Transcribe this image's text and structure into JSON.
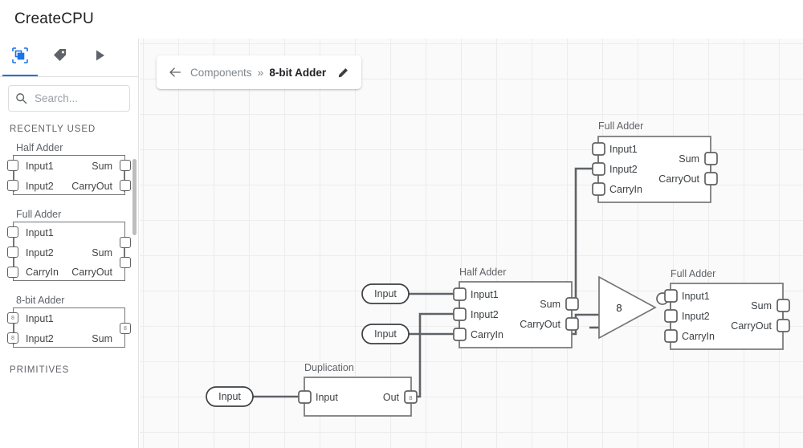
{
  "app": {
    "title": "CreateCPU"
  },
  "sidebar": {
    "tabs": [
      {
        "name": "components-tab",
        "icon": "component-icon",
        "active": true
      },
      {
        "name": "labels-tab",
        "icon": "tag-icon",
        "active": false
      },
      {
        "name": "run-tab",
        "icon": "play-icon",
        "active": false
      }
    ],
    "search": {
      "placeholder": "Search...",
      "value": "",
      "icon": "search-icon"
    },
    "sections": [
      {
        "heading": "RECENTLY USED"
      },
      {
        "heading": "PRIMITIVES"
      }
    ],
    "palette": [
      {
        "title": "Half Adder",
        "inputs": [
          {
            "label": "Input1",
            "width": ""
          },
          {
            "label": "Input2",
            "width": ""
          }
        ],
        "outputs": [
          {
            "label": "Sum",
            "width": ""
          },
          {
            "label": "CarryOut",
            "width": ""
          }
        ]
      },
      {
        "title": "Full Adder",
        "inputs": [
          {
            "label": "Input1",
            "width": ""
          },
          {
            "label": "Input2",
            "width": ""
          },
          {
            "label": "CarryIn",
            "width": ""
          }
        ],
        "outputs": [
          {
            "label": "Sum",
            "width": ""
          },
          {
            "label": "CarryOut",
            "width": ""
          }
        ]
      },
      {
        "title": "8-bit Adder",
        "inputs": [
          {
            "label": "Input1",
            "width": "8"
          },
          {
            "label": "Input2",
            "width": "8"
          }
        ],
        "outputs": [
          {
            "label": "Sum",
            "width": "8"
          }
        ]
      }
    ]
  },
  "breadcrumb": {
    "back_icon": "arrow-left-icon",
    "parent": "Components",
    "separator": "»",
    "current": "8-bit Adder",
    "edit_icon": "pencil-icon"
  },
  "canvas": {
    "grid": true,
    "grid_size": 44,
    "nodes": [
      {
        "id": "full-adder-top",
        "title": "Full Adder",
        "inputs": [
          "Input1",
          "Input2",
          "CarryIn"
        ],
        "outputs": [
          "Sum",
          "CarryOut"
        ]
      },
      {
        "id": "half-adder-mid",
        "title": "Half Adder",
        "inputs": [
          "Input1",
          "Input2",
          "CarryIn"
        ],
        "outputs": [
          "Sum",
          "CarryOut"
        ]
      },
      {
        "id": "full-adder-right",
        "title": "Full Adder",
        "inputs": [
          "Input1",
          "Input2",
          "CarryIn"
        ],
        "outputs": [
          "Sum",
          "CarryOut"
        ]
      },
      {
        "id": "duplication",
        "title": "Duplication",
        "inputs": [
          "Input"
        ],
        "outputs": [
          "Out"
        ],
        "output_width": "8"
      }
    ],
    "io_pills": [
      {
        "id": "input-pill-1",
        "label": "Input"
      },
      {
        "id": "input-pill-2",
        "label": "Input"
      },
      {
        "id": "input-pill-3",
        "label": "Input"
      }
    ],
    "gate": {
      "id": "buffer-gate",
      "label": "8",
      "shape": "triangle",
      "inverted": true
    }
  },
  "colors": {
    "accent": "#1a73e8",
    "wire": "#5f6368",
    "node_border": "#757575",
    "canvas_bg": "#fafafa",
    "grid_line": "#ececec",
    "text_primary": "#202124",
    "text_secondary": "#5f6368"
  }
}
